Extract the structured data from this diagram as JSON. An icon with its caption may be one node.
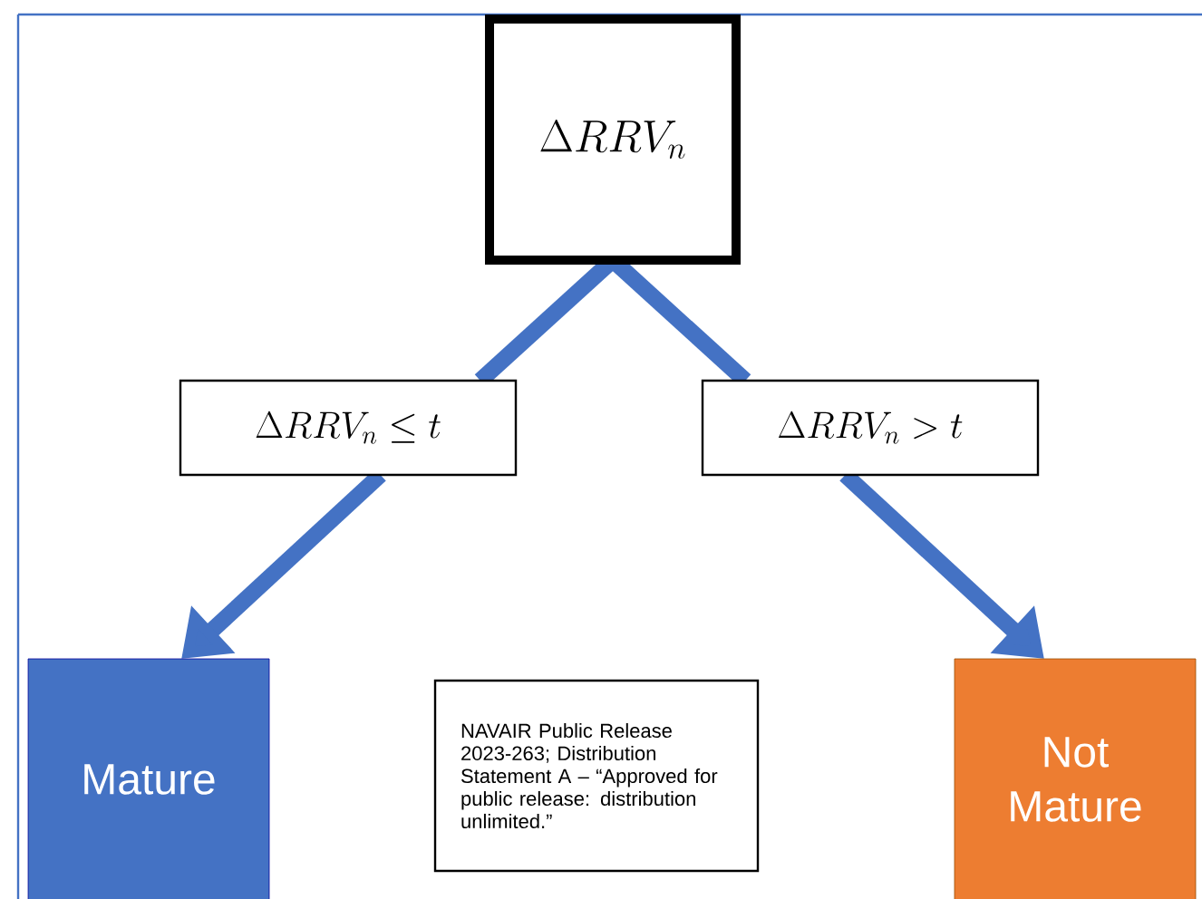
{
  "diagram": {
    "nodes": [
      {
        "text": [
          "\\Delta RRV_n"
        ]
      },
      {
        "text": [
          "\\Delta RRV_n \\leq t"
        ]
      },
      {
        "text": [
          "\\Delta RRV_n > t"
        ]
      },
      {
        "text": [
          "Mature"
        ]
      },
      {
        "text": [
          "Not Mature"
        ]
      },
      {
        "text": [
          "NAVAIR Public Release 2023-263; Distribution Statement A – “Approved for public release: distribution unlimited.”"
        ]
      }
    ],
    "edges": [
      {
        "from": 0,
        "to": 1,
        "arrow": "none"
      },
      {
        "from": 1,
        "to": 3,
        "arrow": "to"
      },
      {
        "from": 0,
        "to": 2,
        "arrow": "none"
      },
      {
        "from": 2,
        "to": 4,
        "arrow": "to"
      }
    ]
  }
}
